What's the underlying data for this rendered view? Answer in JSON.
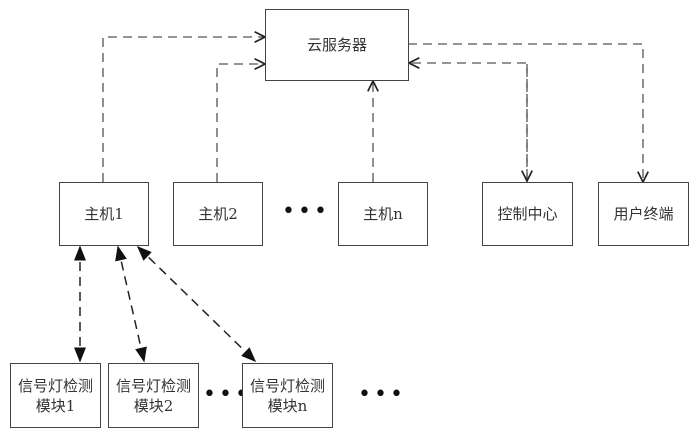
{
  "cloud_server": "云服务器",
  "hosts": [
    "主机1",
    "主机2",
    "主机n"
  ],
  "control_center": "控制中心",
  "user_terminal": "用户终端",
  "modules": [
    {
      "line1": "信号灯检测",
      "line2": "模块1"
    },
    {
      "line1": "信号灯检测",
      "line2": "模块2"
    },
    {
      "line1": "信号灯检测",
      "line2": "模块n"
    }
  ],
  "ellipsis": "•••"
}
